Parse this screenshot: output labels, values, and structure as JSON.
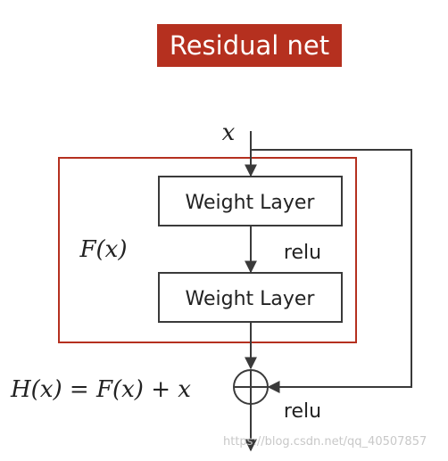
{
  "title": "Residual net",
  "input_label": "x",
  "block_label": "F(x)",
  "layers": [
    {
      "label": "Weight Layer"
    },
    {
      "label": "Weight Layer"
    }
  ],
  "activations": {
    "inner": "relu",
    "output": "relu"
  },
  "equation": "H(x) = F(x) + x",
  "watermark": "https://blog.csdn.net/qq_40507857",
  "colors": {
    "title_background": "#b5301f",
    "block_border": "#b5301f",
    "lines": "#3a3a3a"
  }
}
